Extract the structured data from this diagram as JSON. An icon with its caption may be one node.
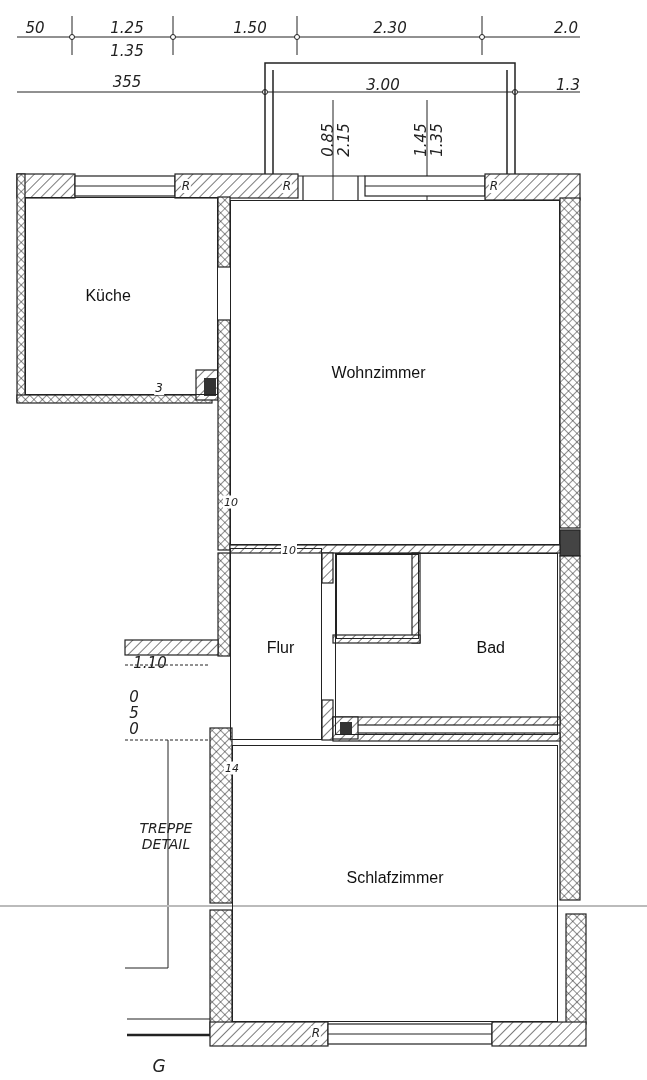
{
  "diagram": {
    "nodes": [
      {
        "text": [
          "Küche"
        ]
      },
      {
        "text": [
          "Wohnzimmer"
        ]
      },
      {
        "text": [
          "Flur"
        ]
      },
      {
        "text": [],
        "shape": "box",
        "in": 4
      },
      {
        "text": [
          "Bad"
        ]
      },
      {
        "text": [
          "Schlafzimmer"
        ]
      }
    ],
    "labels": [
      "50",
      "1.25",
      "1.35",
      "1.50",
      "2.30",
      "2.0",
      "355",
      "3.00",
      "1.3",
      "0.85",
      "2.15",
      "1.45",
      "1.35",
      "R",
      "R",
      "R",
      "3",
      "10",
      "10",
      "1.10",
      "0",
      "5",
      "0",
      "14",
      "TREPPE",
      "DETAIL",
      "R",
      "G"
    ]
  }
}
